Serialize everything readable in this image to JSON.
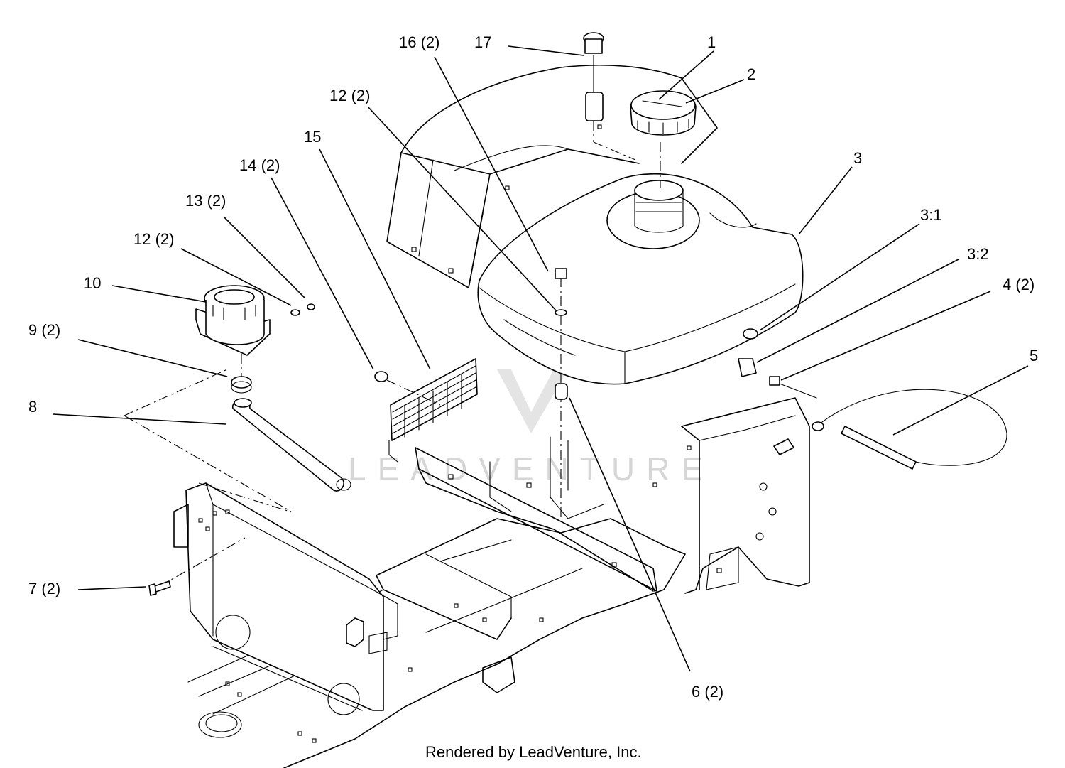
{
  "diagram": {
    "type": "exploded-parts-diagram",
    "callouts": [
      {
        "id": "c17",
        "label": "17"
      },
      {
        "id": "c16",
        "label": "16 (2)"
      },
      {
        "id": "c1",
        "label": "1"
      },
      {
        "id": "c2",
        "label": "2"
      },
      {
        "id": "c12a",
        "label": "12 (2)"
      },
      {
        "id": "c3",
        "label": "3"
      },
      {
        "id": "c15",
        "label": "15"
      },
      {
        "id": "c14",
        "label": "14 (2)"
      },
      {
        "id": "c3_1",
        "label": "3:1"
      },
      {
        "id": "c13",
        "label": "13 (2)"
      },
      {
        "id": "c3_2",
        "label": "3:2"
      },
      {
        "id": "c12b",
        "label": "12 (2)"
      },
      {
        "id": "c4",
        "label": "4 (2)"
      },
      {
        "id": "c10",
        "label": "10"
      },
      {
        "id": "c9",
        "label": "9 (2)"
      },
      {
        "id": "c5",
        "label": "5"
      },
      {
        "id": "c8",
        "label": "8"
      },
      {
        "id": "c7",
        "label": "7 (2)"
      },
      {
        "id": "c6",
        "label": "6 (2)"
      }
    ],
    "watermark": "LEADVENTURE",
    "credit": "Rendered by LeadVenture, Inc."
  }
}
